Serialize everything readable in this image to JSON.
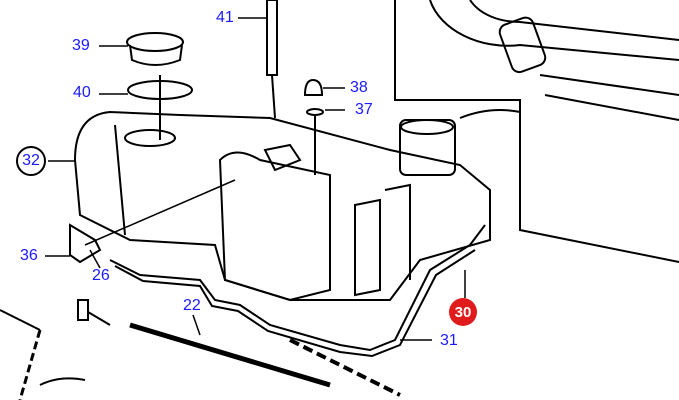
{
  "labels": {
    "p41": "41",
    "p39": "39",
    "p40": "40",
    "p38": "38",
    "p37": "37",
    "p32": "32",
    "p36": "36",
    "p26": "26",
    "p22": "22",
    "p31": "31",
    "p30": "30"
  },
  "colors": {
    "label": "#1a1aff",
    "highlight": "#e01b1b",
    "line": "#000000"
  }
}
